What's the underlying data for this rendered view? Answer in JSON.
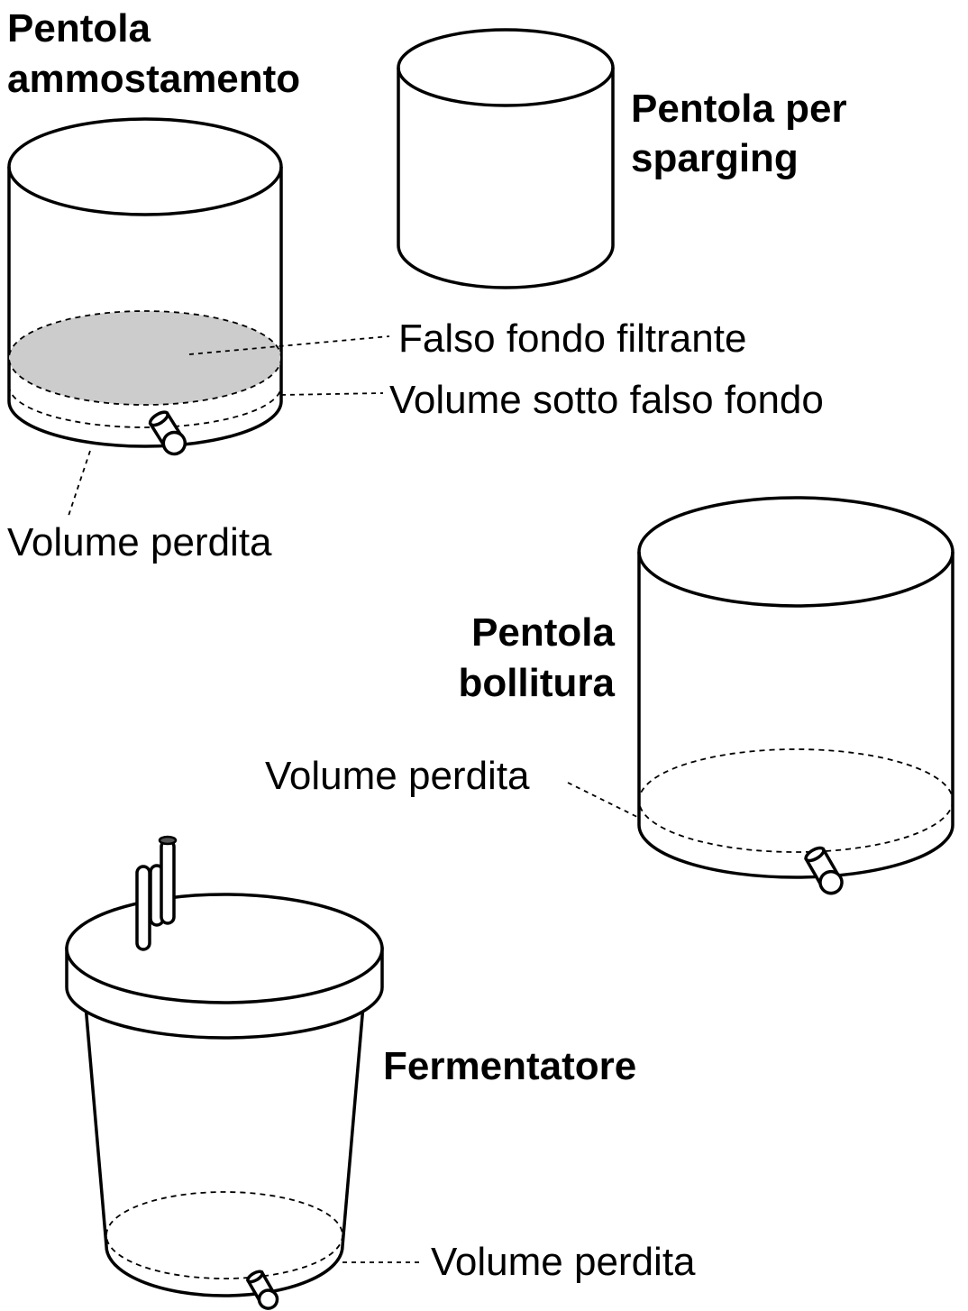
{
  "diagram": {
    "mash_tun": {
      "title_line1": "Pentola",
      "title_line2": "ammostamento",
      "false_bottom_label": "Falso fondo filtrante",
      "under_false_bottom_label": "Volume sotto falso fondo",
      "loss_label": "Volume perdita"
    },
    "sparge_pot": {
      "title_line1": "Pentola per",
      "title_line2": "sparging"
    },
    "boil_kettle": {
      "title_line1": "Pentola",
      "title_line2": "bollitura",
      "loss_label": "Volume perdita"
    },
    "fermenter": {
      "title": "Fermentatore",
      "loss_label": "Volume perdita"
    },
    "colors": {
      "stroke": "#000000",
      "false_bottom_fill": "#cccccc",
      "background": "#ffffff"
    }
  }
}
